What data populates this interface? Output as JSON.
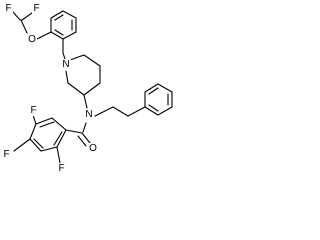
{
  "molecule": {
    "atoms": {
      "f_top_left": "F",
      "f_top_right": "F",
      "o_ether": "O",
      "n_piperidine": "N",
      "n_amide": "N",
      "o_carbonyl": "O",
      "f_ring_top": "F",
      "f_ring_left": "F",
      "f_ring_bottom": "F"
    }
  }
}
